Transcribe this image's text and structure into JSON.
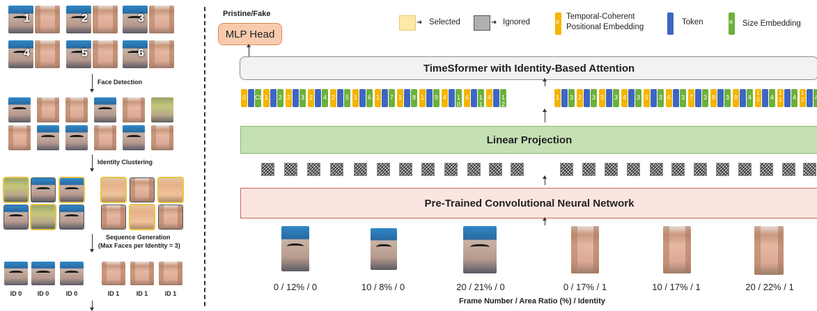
{
  "left_panel": {
    "pair_numbers": [
      "1",
      "2",
      "3",
      "4",
      "5",
      "6"
    ],
    "step_face_detection": "Face Detection",
    "step_identity_clustering": "Identity Clustering",
    "step_sequence_generation_line1": "Sequence Generation",
    "step_sequence_generation_line2": "(Max Faces per Identity = 3)",
    "id_labels": [
      "ID 0",
      "ID 0",
      "ID 0",
      "ID 1",
      "ID 1",
      "ID 1"
    ]
  },
  "output": {
    "label": "Pristine/Fake",
    "head": "MLP Head"
  },
  "legend": {
    "selected": "Selected",
    "ignored": "Ignored",
    "temporal_line1": "Temporal-Coherent",
    "temporal_line2": "Positional Embedding",
    "temporal_glyph": "#",
    "token": "Token",
    "size": "Size Embedding",
    "size_glyph": "#",
    "colors": {
      "selected": "#fde9a9",
      "ignored": "#b0b0b0",
      "temporal": "#f5b400",
      "token": "#3d66c4",
      "size": "#6cb13a"
    }
  },
  "blocks": {
    "timesformer": "TimeSformer with Identity-Based Attention",
    "linear": "Linear Projection",
    "cnn": "Pre-Trained Convolutional Neural Network",
    "colors": {
      "timesformer": "#f2f2f2",
      "linear": "#c5e0b4",
      "cnn": "#fbe5e0",
      "head": "#f8cbad"
    }
  },
  "tokens_left": [
    "0",
    "CLS",
    "1",
    "2",
    "2",
    "3",
    "2",
    "4",
    "2",
    "5",
    "1",
    "6",
    "1",
    "7",
    "1",
    "8",
    "1",
    "9",
    "4",
    "1 0",
    "4",
    "1 1",
    "4",
    "1 2",
    "4"
  ],
  "tokens_right": [
    "1",
    "3",
    "2",
    "3",
    "3",
    "3",
    "4",
    "3",
    "5",
    "3",
    "6",
    "3",
    "7",
    "3",
    "8",
    "3",
    "9",
    "4",
    "1 0",
    "4",
    "1 1",
    "4",
    "1 2",
    "4"
  ],
  "frames": {
    "captions": [
      "0 / 12% / 0",
      "10 / 8% / 0",
      "20 / 21% / 0",
      "0 / 17% / 1",
      "10 / 17% / 1",
      "20 / 22% / 1"
    ],
    "axis_title": "Frame Number / Area Ratio (%) / Identity"
  }
}
